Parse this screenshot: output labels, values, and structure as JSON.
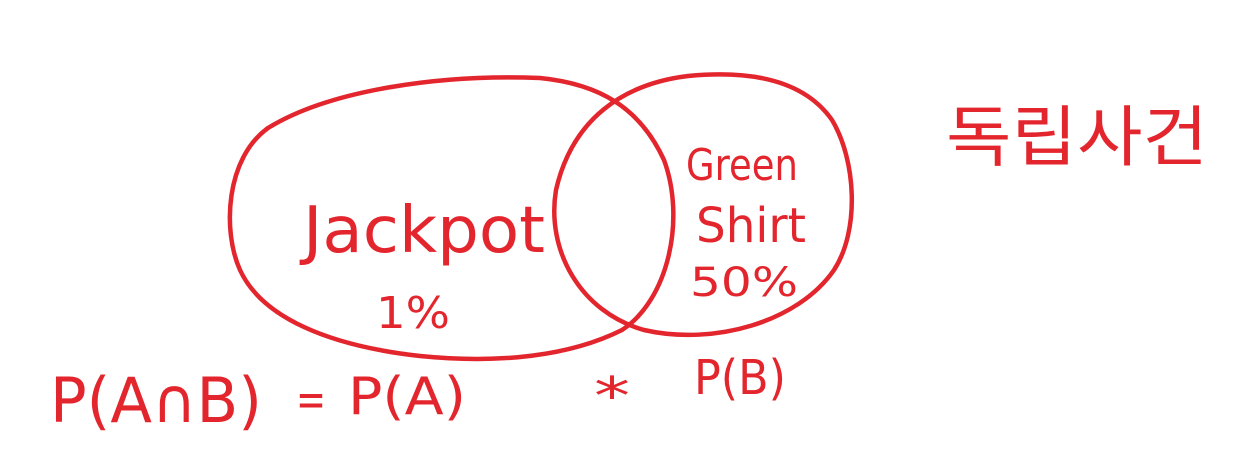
{
  "theme": {
    "ink_color": "#e3262d",
    "background": "#ffffff"
  },
  "title": "독립사건",
  "sets": [
    {
      "id": "A",
      "label": "Jackpot",
      "value": "1%"
    },
    {
      "id": "B",
      "label_line1": "Green",
      "label_line2": "Shirt",
      "value": "50%"
    }
  ],
  "formula": {
    "left": "P(A∩B)",
    "equals": "=",
    "term1": "P(A)",
    "operator": "*",
    "term2": "P(B)"
  }
}
